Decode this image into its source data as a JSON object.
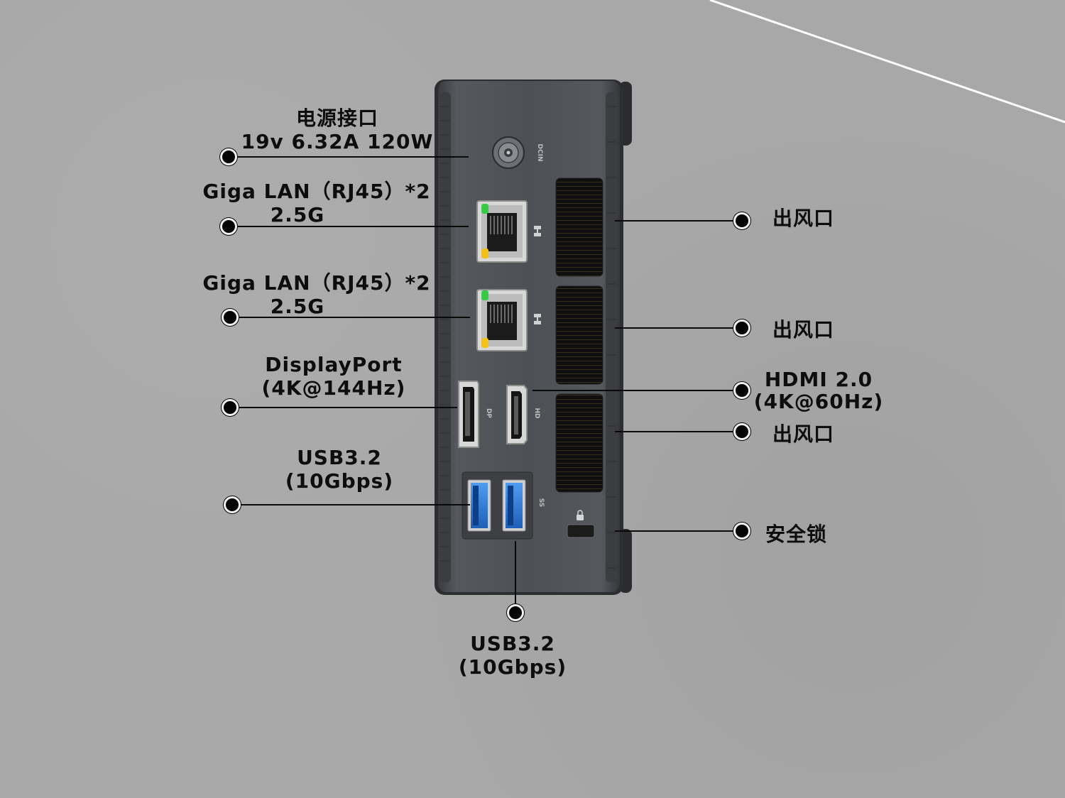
{
  "labels": {
    "power_title": "电源接口",
    "power_spec": "19v 6.32A 120W",
    "lan1_title": "Giga LAN（RJ45）*2",
    "lan1_speed": "2.5G",
    "lan2_title": "Giga LAN（RJ45）*2",
    "lan2_speed": "2.5G",
    "dp_title": "DisplayPort",
    "dp_spec": "(4K@144Hz)",
    "usb_left_title": "USB3.2",
    "usb_left_spec": "(10Gbps)",
    "usb_bottom_title": "USB3.2",
    "usb_bottom_spec": "(10Gbps)",
    "vent1": "出风口",
    "vent2": "出风口",
    "hdmi_title": "HDMI 2.0",
    "hdmi_spec": "(4K@60Hz)",
    "vent3": "出风口",
    "lock": "安全锁"
  },
  "device_marks": {
    "dcin": "DCIN",
    "dp": "DP",
    "hd": "HD",
    "ss": "SS"
  },
  "colors": {
    "chassis": "#4a4d52",
    "usb_blue": "#2b78d6",
    "led_green": "#38c948",
    "led_yellow": "#f2c21a"
  }
}
